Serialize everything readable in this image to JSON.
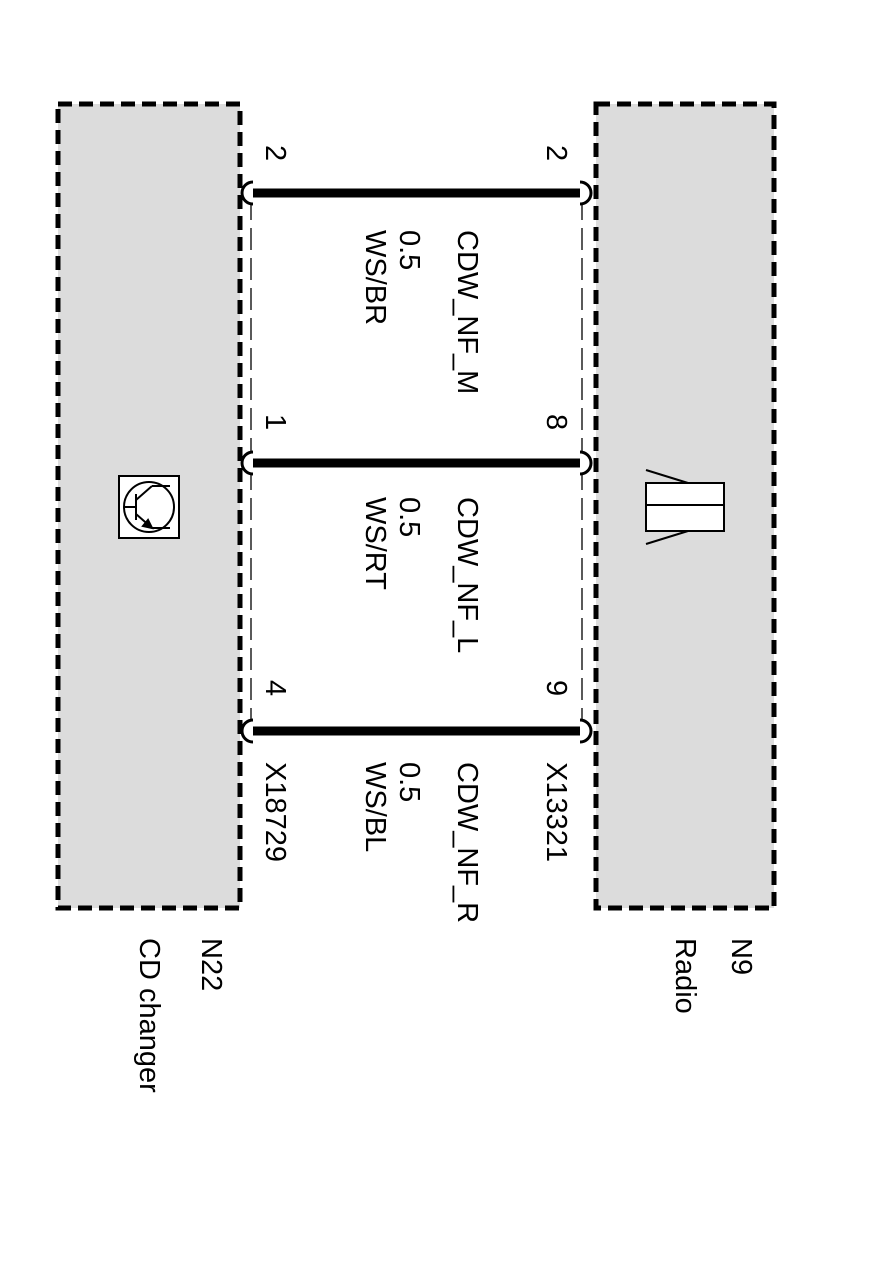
{
  "components": {
    "radio": {
      "code": "N9",
      "name": "Radio",
      "connector": "X13321",
      "symbol": "speaker-icon"
    },
    "cd_changer": {
      "code": "N22",
      "name": "CD changer",
      "connector": "X18729",
      "symbol": "transistor-icon"
    }
  },
  "wires": [
    {
      "signal": "CDW_NF_M",
      "size": "0.5",
      "color": "WS/BR",
      "radio_pin": "2",
      "cd_pin": "2"
    },
    {
      "signal": "CDW_NF_L",
      "size": "0.5",
      "color": "WS/RT",
      "radio_pin": "8",
      "cd_pin": "1"
    },
    {
      "signal": "CDW_NF_R",
      "size": "0.5",
      "color": "WS/BL",
      "radio_pin": "9",
      "cd_pin": "4"
    }
  ],
  "colors": {
    "box_fill": "#dcdcdc",
    "line": "#000000"
  }
}
